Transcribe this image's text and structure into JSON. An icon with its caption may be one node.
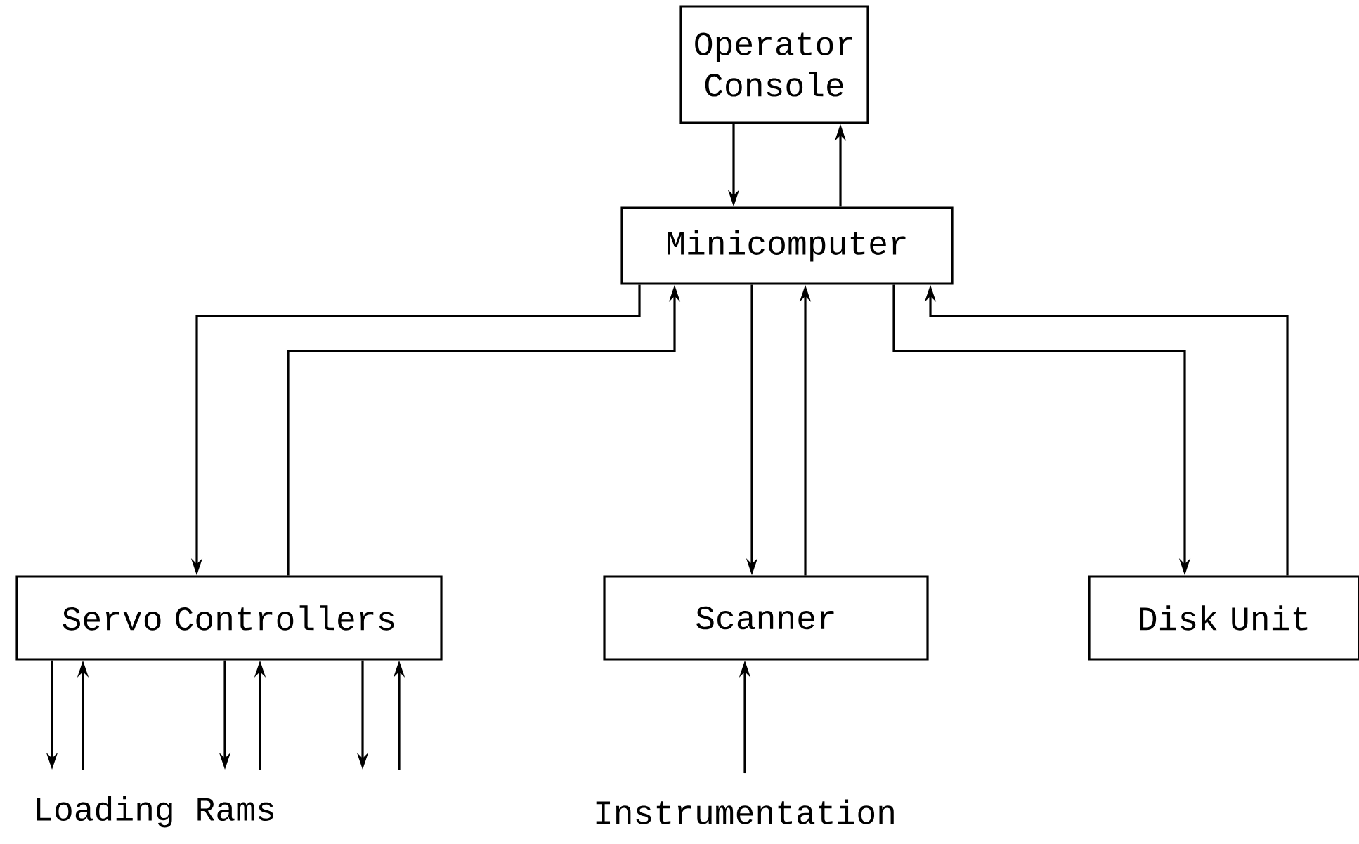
{
  "diagram": {
    "nodes": [
      {
        "text": [
          "Operator Console"
        ]
      },
      {
        "text": [
          "Minicomputer"
        ]
      },
      {
        "text": [
          "Servo Controllers"
        ]
      },
      {
        "text": [
          "Scanner"
        ]
      },
      {
        "text": [
          "Disk Unit"
        ]
      },
      {
        "text": [
          "Instrumentation"
        ]
      }
    ],
    "edges": [
      {
        "from": 0,
        "to": 1,
        "arrow": "to"
      },
      {
        "from": 1,
        "to": 0,
        "arrow": "to"
      },
      {
        "from": 1,
        "to": 2,
        "arrow": "to"
      },
      {
        "from": 2,
        "to": 1,
        "arrow": "to"
      },
      {
        "from": 1,
        "to": 3,
        "arrow": "to"
      },
      {
        "from": 3,
        "to": 1,
        "arrow": "to"
      },
      {
        "from": 1,
        "to": 4,
        "arrow": "to"
      },
      {
        "from": 4,
        "to": 1,
        "arrow": "to"
      },
      {
        "from": 2,
        "to": null,
        "arrow": "to"
      },
      {
        "from": null,
        "to": 2,
        "arrow": "to"
      },
      {
        "from": 2,
        "to": null,
        "arrow": "to"
      },
      {
        "from": null,
        "to": 2,
        "arrow": "to"
      },
      {
        "from": 2,
        "to": null,
        "arrow": "to"
      },
      {
        "from": null,
        "to": 2,
        "arrow": "to"
      },
      {
        "from": 5,
        "to": 3,
        "arrow": "to"
      }
    ],
    "labels": [
      "Loading Rams"
    ]
  }
}
